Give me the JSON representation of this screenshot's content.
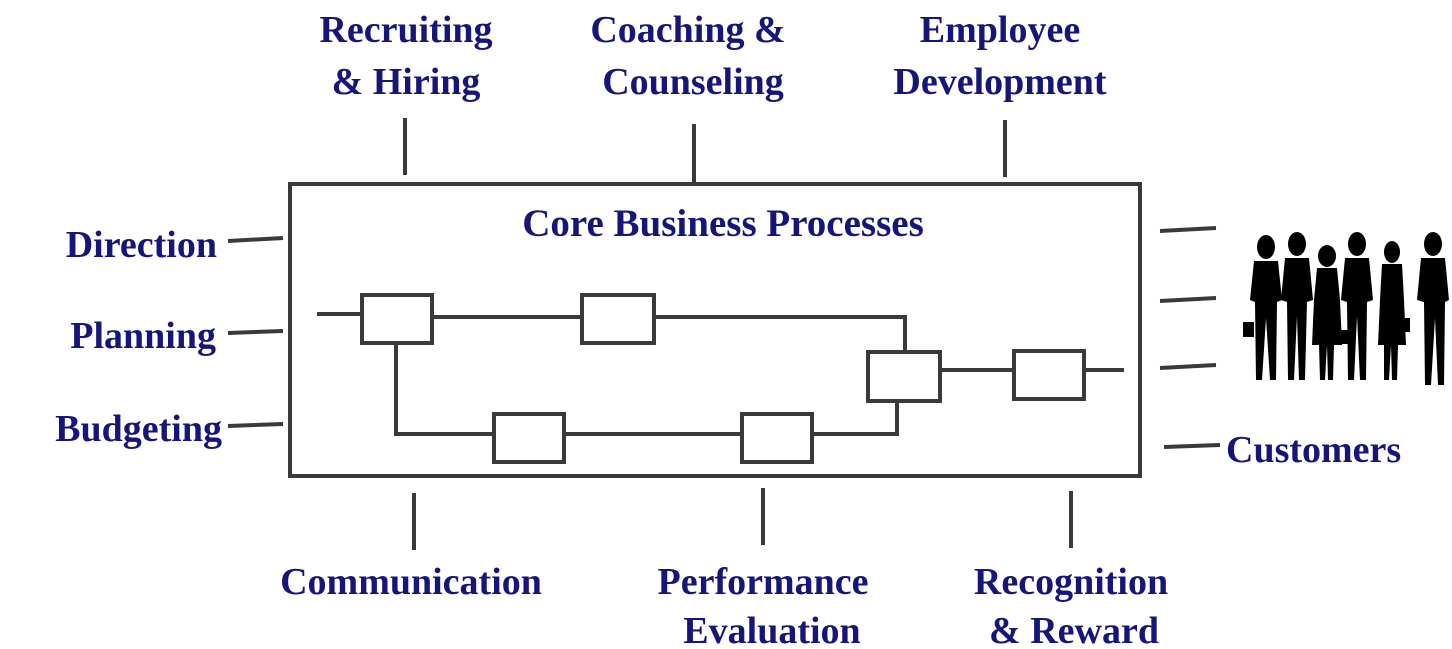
{
  "diagram": {
    "title": "Core Business Processes",
    "top_labels": {
      "recruiting": [
        "Recruiting",
        "& Hiring"
      ],
      "coaching": [
        "Coaching &",
        "Counseling"
      ],
      "development": [
        "Employee",
        "Development"
      ]
    },
    "left_labels": {
      "direction": "Direction",
      "planning": "Planning",
      "budgeting": "Budgeting"
    },
    "bottom_labels": {
      "communication": "Communication",
      "performance": [
        "Performance",
        "Evaluation"
      ],
      "recognition": [
        "Recognition",
        "& Reward"
      ]
    },
    "right_label": "Customers",
    "colors": {
      "text": "#16167a",
      "lines": "#3a3a3a",
      "silhouettes": "#000000"
    },
    "icons": [
      "customers-silhouette-icon"
    ]
  }
}
